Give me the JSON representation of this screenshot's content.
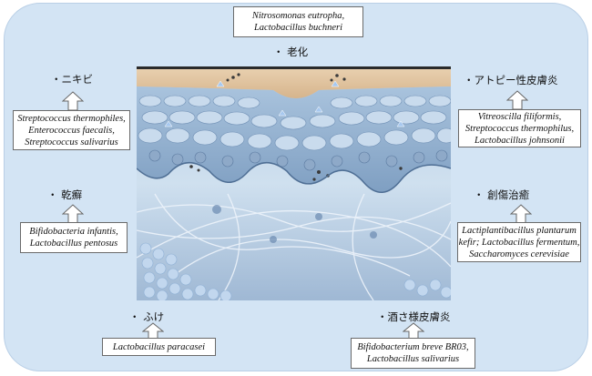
{
  "conditions": [
    {
      "id": "aging",
      "label": "・ 老化",
      "bacteria": [
        "Nitrosomonas eutropha,",
        "Lactobacillus buchneri"
      ]
    },
    {
      "id": "acne",
      "label": "・ニキビ",
      "bacteria": [
        "Streptococcus thermophiles,",
        "Enterococcus faecalis,",
        "Streptococcus salivarius"
      ]
    },
    {
      "id": "atopic",
      "label": "・アトピー性皮膚炎",
      "bacteria": [
        "Vitreoscilla filiformis,",
        "Streptococcus thermophilus,",
        "Lactobacillus johnsonii"
      ]
    },
    {
      "id": "psoriasis",
      "label": "・ 乾癬",
      "bacteria": [
        "Bifidobacteria infantis,",
        "Lactobacillus pentosus"
      ]
    },
    {
      "id": "wound",
      "label": "・ 創傷治癒",
      "bacteria": [
        "Lactiplantibacillus plantarum",
        "kefir;  Lactobacillus fermentum,",
        "Saccharomyces cerevisiae"
      ]
    },
    {
      "id": "dandruff",
      "label": "・ ふけ",
      "bacteria": [
        "Lactobacillus paracasei"
      ]
    },
    {
      "id": "rosacea",
      "label": "・酒さ様皮膚炎",
      "bacteria": [
        "Bifidobacterium breve BR03,",
        "Lactobacillus salivarius"
      ]
    }
  ],
  "colors": {
    "panel": "#d3e4f4",
    "border": "#6a6a6a"
  }
}
